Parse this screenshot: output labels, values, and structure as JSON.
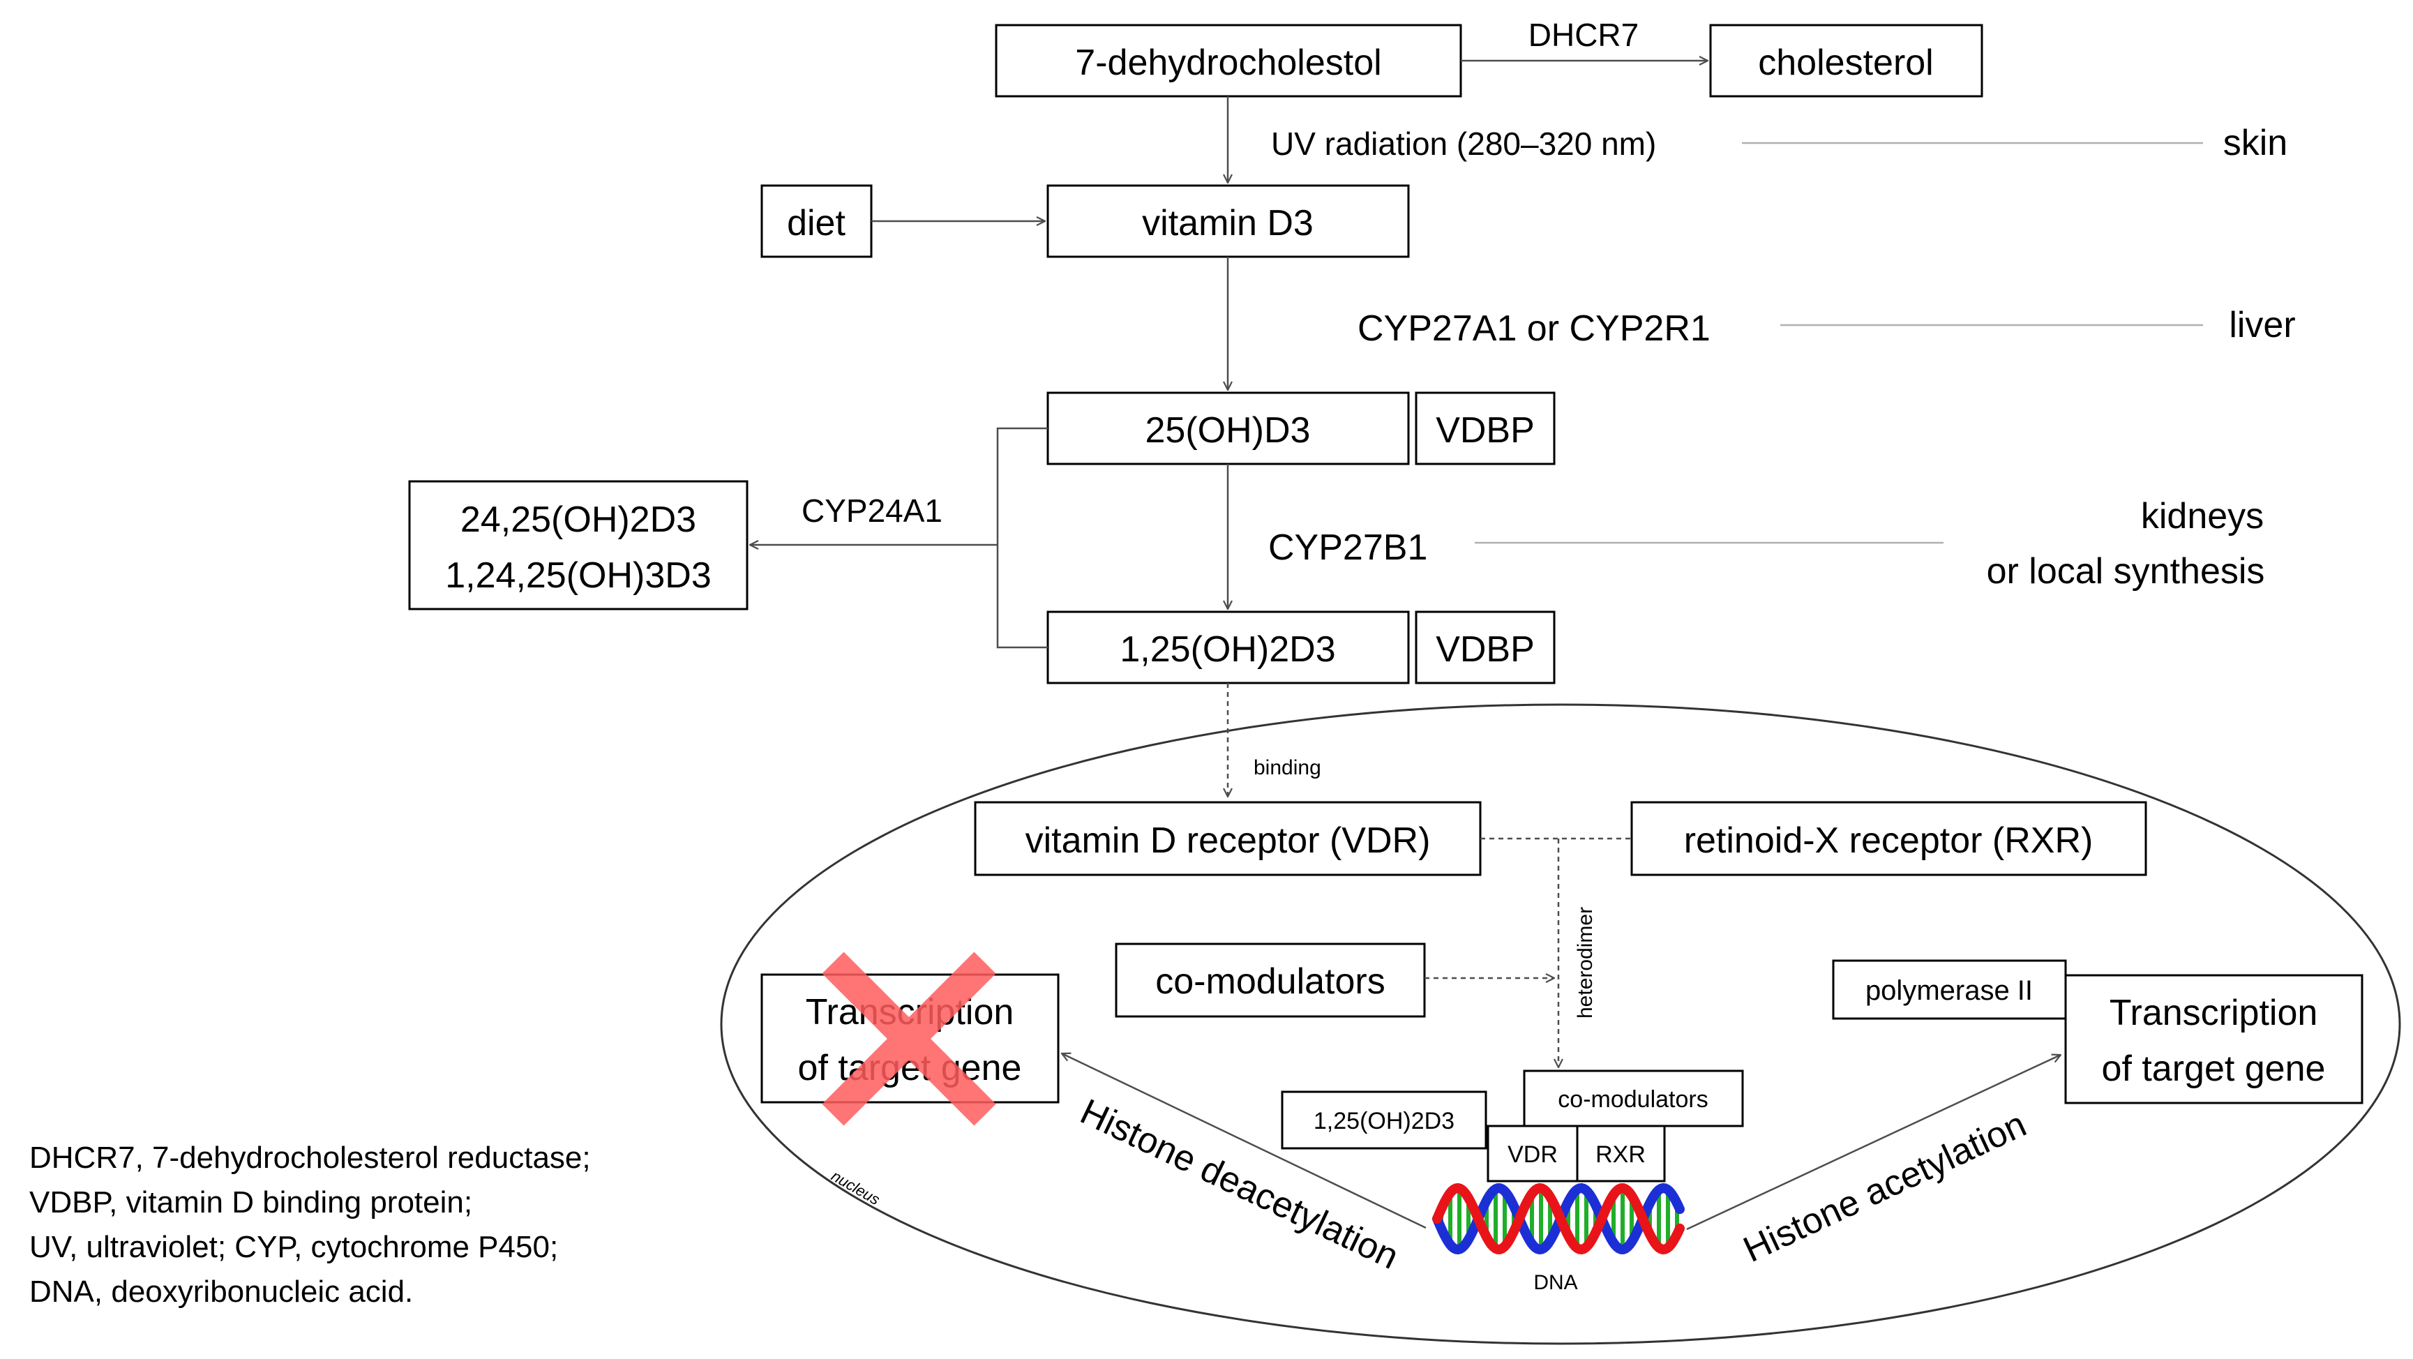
{
  "nodes": {
    "dehydro": "7-dehydrocholestol",
    "cholesterol": "cholesterol",
    "diet": "diet",
    "vitd3": "vitamin D3",
    "oh25": "25(OH)D3",
    "vdbp1": "VDBP",
    "oh125": "1,25(OH)2D3",
    "vdbp2": "VDBP",
    "metab_line1": "24,25(OH)2D3",
    "metab_line2": "1,24,25(OH)3D3",
    "vdr": "vitamin D receptor (VDR)",
    "rxr": "retinoid-X receptor (RXR)",
    "comod_main": "co-modulators",
    "transcription_left_line1": "Transcription",
    "transcription_left_line2": "of target gene",
    "transcription_right_line1": "Transcription",
    "transcription_right_line2": "of target gene",
    "polymerase": "polymerase II",
    "complex_ligand": "1,25(OH)2D3",
    "complex_comod": "co-modulators",
    "complex_vdr": "VDR",
    "complex_rxr": "RXR"
  },
  "labels": {
    "dhcr7": "DHCR7",
    "uv": "UV radiation (280–320 nm)",
    "cyp27a1": "CYP27A1 or CYP2R1",
    "cyp24a1": "CYP24A1",
    "cyp27b1": "CYP27B1",
    "binding": "binding",
    "heterodimer": "heterodimer",
    "deacetylation": "Histone deacetylation",
    "acetylation": "Histone acetylation",
    "dna": "DNA",
    "nucleus": "nucleus"
  },
  "locations": {
    "skin": "skin",
    "liver": "liver",
    "kidneys_line1": "kidneys",
    "kidneys_line2": "or local synthesis"
  },
  "legend": [
    "DHCR7, 7-dehydrocholesterol reductase;",
    "VDBP, vitamin D binding protein;",
    "UV, ultraviolet; CYP, cytochrome P450;",
    "DNA, deoxyribonucleic acid."
  ],
  "colors": {
    "cross": "#ff5c5c",
    "dna_red": "#e8141a",
    "dna_blue": "#1c2fd6",
    "dna_green": "#1fae2a"
  }
}
